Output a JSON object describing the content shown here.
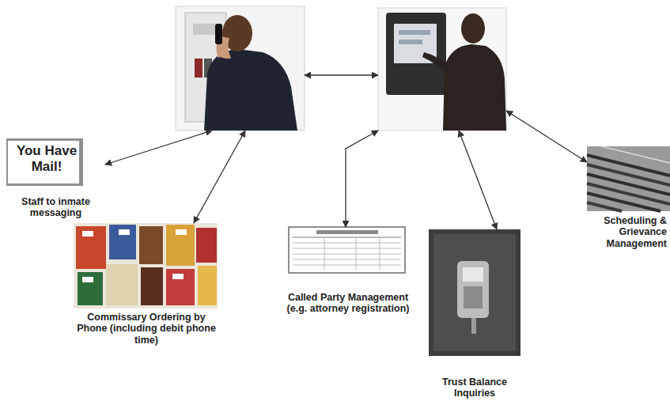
{
  "diagram": {
    "nodes": [
      {
        "text": []
      },
      {
        "text": []
      },
      {
        "text": [
          "You Have Mail!",
          "Staff to inmate messaging"
        ]
      },
      {
        "text": [
          "Commissary Ordering by Phone (including debit phone time)"
        ]
      },
      {
        "text": [
          "Called Party Management (e.g. attorney registration)"
        ]
      },
      {
        "text": [
          "Trust Balance Inquiries"
        ]
      },
      {
        "text": [
          "Scheduling & Grievance Management"
        ]
      }
    ],
    "edges": [
      {
        "from": 0,
        "to": 1,
        "arrow": "both"
      },
      {
        "from": 2,
        "to": 0,
        "arrow": "both"
      },
      {
        "from": 3,
        "to": 0,
        "arrow": "both"
      },
      {
        "from": 4,
        "to": 1,
        "arrow": "both"
      },
      {
        "from": 5,
        "to": 1,
        "arrow": "both"
      },
      {
        "from": 6,
        "to": 1,
        "arrow": "both"
      }
    ]
  }
}
